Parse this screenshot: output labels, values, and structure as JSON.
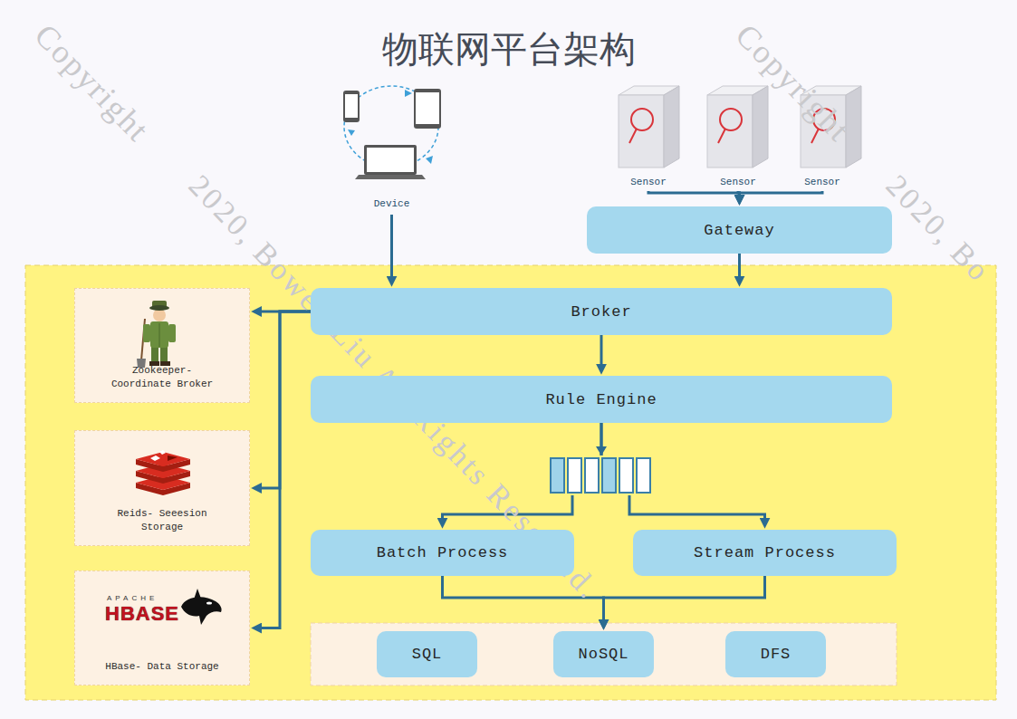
{
  "diagram": {
    "title": "物联网平台架构",
    "nodes": [
      {
        "text": [
          "Device"
        ]
      },
      {
        "text": [
          "Sensor"
        ]
      },
      {
        "text": [
          "Sensor"
        ]
      },
      {
        "text": [
          "Sensor"
        ]
      },
      {
        "text": [
          "Gateway"
        ]
      },
      {
        "text": [
          "Broker"
        ]
      },
      {
        "text": [
          "Zookeeper- Coordinate Broker"
        ]
      },
      {
        "text": [
          "Rule Engine"
        ]
      },
      {
        "text": [
          "Reids- Seeesion Storage"
        ]
      },
      {
        "text": [
          "Batch Process"
        ]
      },
      {
        "text": [
          "Stream Process"
        ]
      },
      {
        "text": [
          "HBase- Data Storage"
        ]
      },
      {
        "text": [
          "SQL"
        ]
      },
      {
        "text": [
          "NoSQL"
        ]
      },
      {
        "text": [
          "DFS"
        ]
      }
    ],
    "edges": [
      {
        "from": 0,
        "to": 5,
        "arrow": "to"
      },
      {
        "from": 1,
        "to": 4,
        "arrow": "to"
      },
      {
        "from": 2,
        "to": 4,
        "arrow": "to"
      },
      {
        "from": 3,
        "to": 4,
        "arrow": "to"
      },
      {
        "from": 4,
        "to": 5,
        "arrow": "to"
      },
      {
        "from": 5,
        "to": 7,
        "arrow": "to"
      },
      {
        "from": 5,
        "to": 6,
        "arrow": "to"
      },
      {
        "from": 5,
        "to": 8,
        "arrow": "to"
      },
      {
        "from": 5,
        "to": 11,
        "arrow": "to"
      },
      {
        "from": 7,
        "to": 9,
        "arrow": "to"
      },
      {
        "from": 7,
        "to": 10,
        "arrow": "to"
      },
      {
        "from": 9,
        "to": 13,
        "arrow": "to"
      },
      {
        "from": 10,
        "to": 13,
        "arrow": "to"
      }
    ],
    "labels": [
      "Copyright",
      "Copyright",
      "2020, Bowen Liu All Rights Reserved.",
      "2020, Bo",
      "APACHE",
      "HBASE"
    ]
  }
}
